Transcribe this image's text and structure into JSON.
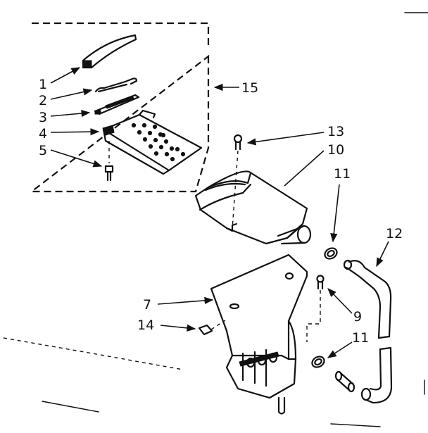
{
  "callouts": {
    "c1": "1",
    "c2": "2",
    "c3": "3",
    "c4": "4",
    "c5": "5",
    "c7": "7",
    "c9": "9",
    "c10": "10",
    "c11a": "11",
    "c11b": "11",
    "c12": "12",
    "c13": "13",
    "c14": "14",
    "c15": "15"
  }
}
